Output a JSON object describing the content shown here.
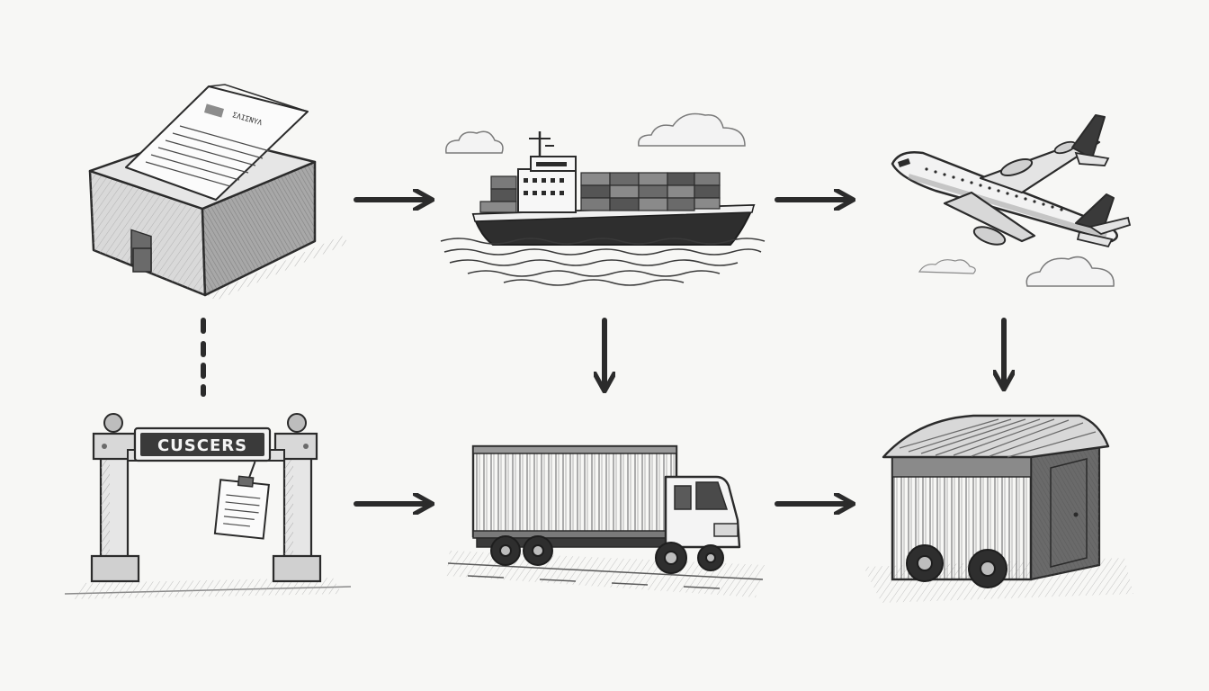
{
  "diagram": {
    "style": "pencil-sketch",
    "nodes": [
      {
        "id": "package",
        "icon": "package-with-document-icon",
        "document_header": "ΣΛΙΣΝΥΛ"
      },
      {
        "id": "ship",
        "icon": "container-ship-icon"
      },
      {
        "id": "plane",
        "icon": "airplane-icon"
      },
      {
        "id": "customs",
        "icon": "customs-gate-icon",
        "sign_text": "CUSCERS"
      },
      {
        "id": "truck",
        "icon": "container-truck-icon"
      },
      {
        "id": "warehouse",
        "icon": "warehouse-shed-icon"
      }
    ],
    "edges": [
      {
        "from": "package",
        "to": "ship",
        "style": "solid-arrow"
      },
      {
        "from": "ship",
        "to": "plane",
        "style": "solid-arrow"
      },
      {
        "from": "ship",
        "to": "truck",
        "style": "solid-arrow"
      },
      {
        "from": "plane",
        "to": "warehouse",
        "style": "solid-arrow"
      },
      {
        "from": "customs",
        "to": "truck",
        "style": "solid-arrow"
      },
      {
        "from": "truck",
        "to": "warehouse",
        "style": "solid-arrow"
      },
      {
        "from": "package",
        "to": "customs",
        "style": "dotted-line"
      }
    ],
    "colors": {
      "ink": "#2b2b2b",
      "paper": "#f7f7f5",
      "shade": "#8c8c8c",
      "light": "#dcdcdc"
    }
  }
}
